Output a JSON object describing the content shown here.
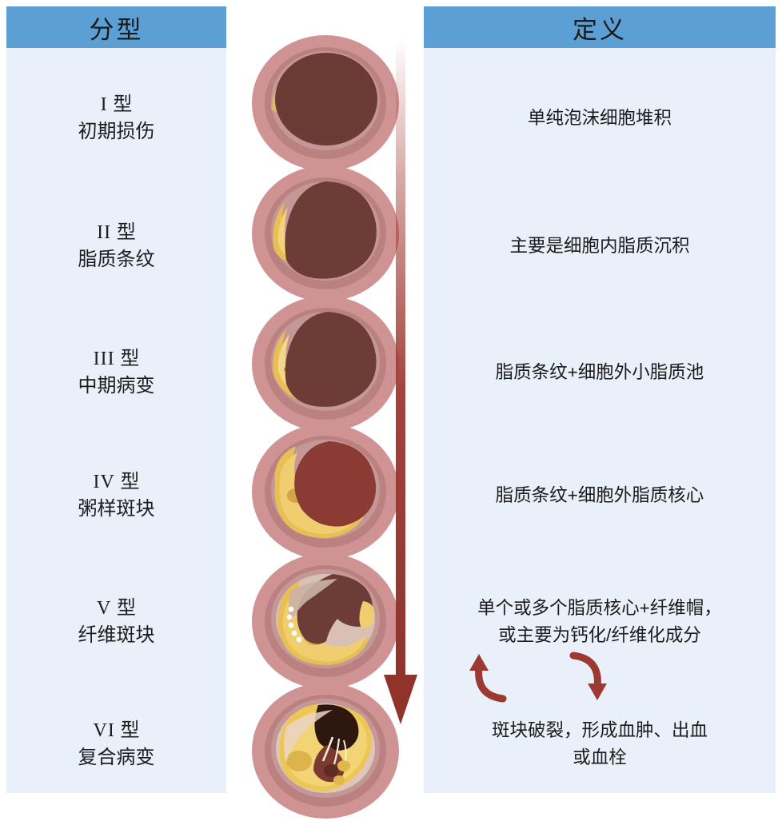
{
  "headers": {
    "type_column": "分型",
    "definition_column": "定义"
  },
  "colors": {
    "header_blue": "#5b9fd4",
    "column_bg": "#eaf0fa",
    "page_bg": "#ffffff",
    "arrow_red": "#a03b34",
    "vessel_outer": "#c98b8b",
    "vessel_media": "#b97f7f",
    "vessel_intima": "#c9a0a0",
    "lumen_dark": "#6b3b35",
    "lumen_red": "#8e3a33",
    "lipid_yellow": "#e8b942",
    "lipid_yellow_light": "#f0cf6a",
    "thrombus_dark": "#3a2018",
    "calcium_white": "#ffffff"
  },
  "rows": [
    {
      "roman": "I",
      "roman_suffix": "型",
      "name": "初期损伤",
      "definition": [
        "单纯泡沫细胞堆积"
      ]
    },
    {
      "roman": "II",
      "roman_suffix": "型",
      "name": "脂质条纹",
      "definition": [
        "主要是细胞内脂质沉积"
      ]
    },
    {
      "roman": "III",
      "roman_suffix": "型",
      "name": "中期病变",
      "definition": [
        "脂质条纹+细胞外小脂质池"
      ]
    },
    {
      "roman": "IV",
      "roman_suffix": "型",
      "name": "粥样斑块",
      "definition": [
        "脂质条纹+细胞外脂质核心"
      ]
    },
    {
      "roman": "V",
      "roman_suffix": "型",
      "name": "纤维斑块",
      "definition": [
        "单个或多个脂质核心+纤维帽，",
        "或主要为钙化/纤维化成分"
      ]
    },
    {
      "roman": "VI",
      "roman_suffix": "型",
      "name": "复合病变",
      "definition": [
        "斑块破裂，形成血肿、出血",
        "或血栓"
      ]
    }
  ],
  "arrows": {
    "progression_direction": "down",
    "regression_curve_direction": "up-left",
    "progression_curve_direction": "down-right"
  }
}
